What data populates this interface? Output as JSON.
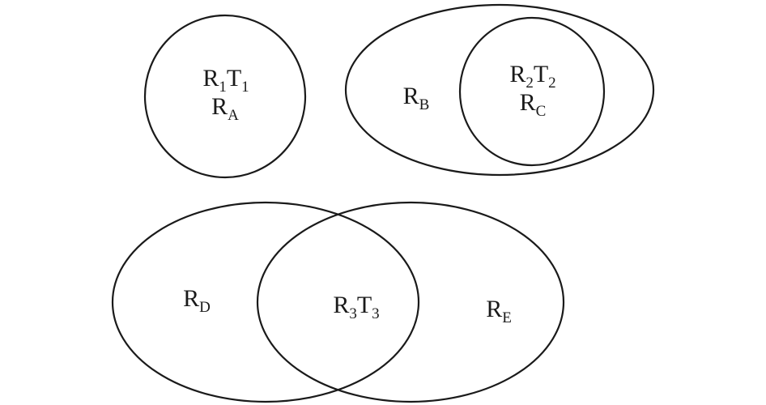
{
  "diagram": {
    "colors": {
      "stroke": "#1a1a1a",
      "background": "#ffffff"
    },
    "circle_a": {
      "line1": {
        "r": "R",
        "r_sub": "1",
        "t": "T",
        "t_sub": "1"
      },
      "line2": {
        "r": "R",
        "r_sub": "A"
      }
    },
    "group_b": {
      "outer": {
        "r": "R",
        "r_sub": "B"
      },
      "inner": {
        "line1": {
          "r": "R",
          "r_sub": "2",
          "t": "T",
          "t_sub": "2"
        },
        "line2": {
          "r": "R",
          "r_sub": "C"
        }
      }
    },
    "group_de": {
      "left": {
        "r": "R",
        "r_sub": "D"
      },
      "overlap": {
        "r": "R",
        "r_sub": "3",
        "t": "T",
        "t_sub": "3"
      },
      "right": {
        "r": "R",
        "r_sub": "E"
      }
    }
  }
}
